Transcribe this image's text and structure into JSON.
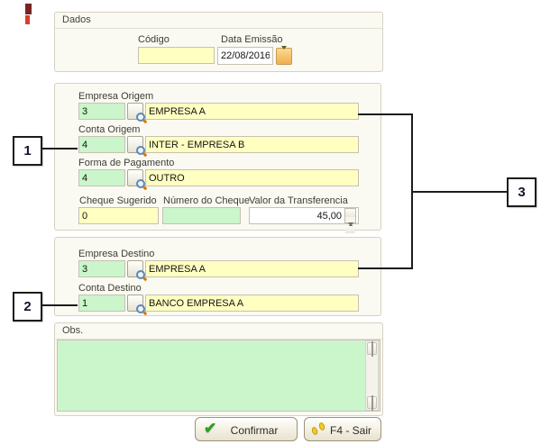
{
  "form": {
    "dados": {
      "title": "Dados",
      "codigo_label": "Código",
      "codigo_value": "",
      "data_emissao_label": "Data Emissão",
      "data_emissao_value": "22/08/2016"
    },
    "origem": {
      "empresa_label": "Empresa Origem",
      "empresa_code": "3",
      "empresa_name": "EMPRESA A",
      "conta_label": "Conta Origem",
      "conta_code": "4",
      "conta_name": "INTER - EMPRESA B",
      "forma_label": "Forma de Pagamento",
      "forma_code": "4",
      "forma_name": "OUTRO",
      "cheque_sugerido_label": "Cheque Sugerido",
      "cheque_sugerido_value": "0",
      "numero_cheque_label": "Número do Cheque",
      "numero_cheque_value": "",
      "valor_label": "Valor da Transferencia",
      "valor_value": "45,00"
    },
    "destino": {
      "empresa_label": "Empresa Destino",
      "empresa_code": "3",
      "empresa_name": "EMPRESA A",
      "conta_label": "Conta Destino",
      "conta_code": "1",
      "conta_name": "BANCO EMPRESA A"
    },
    "obs": {
      "title": "Obs.",
      "value": ""
    }
  },
  "buttons": {
    "confirm": "Confirmar",
    "exit": "F4 - Sair"
  },
  "callouts": {
    "one": "1",
    "two": "2",
    "three": "3"
  },
  "colors": {
    "field_yellow": "#FFFFC2",
    "field_green": "#CBF5CB",
    "groupbox_bg": "#FAF9F2",
    "date_button_orange": "#F0AE4E",
    "check_green": "#2FA01E",
    "feet_yellow": "#F4CB25",
    "callout_line": "#1C1C1C"
  }
}
